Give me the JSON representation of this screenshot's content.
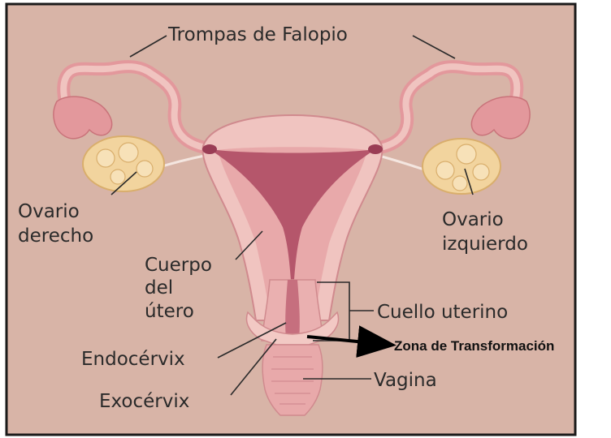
{
  "labels": {
    "fallopian_tubes": "Trompas de Falopio",
    "right_ovary_line1": "Ovario",
    "right_ovary_line2": "derecho",
    "left_ovary_line1": "Ovario",
    "left_ovary_line2": "izquierdo",
    "uterus_body_line1": "Cuerpo",
    "uterus_body_line2": "del",
    "uterus_body_line3": "útero",
    "cervix": "Cuello uterino",
    "transformation_zone": "Zona de Transformación",
    "endocervix": "Endocérvix",
    "exocervix": "Exocérvix",
    "vagina": "Vagina"
  },
  "colors": {
    "background": "#d8b4a7",
    "frame": "#1a1a1a",
    "tissue_light": "#f0c4c0",
    "tissue_mid": "#e3989c",
    "cavity": "#b5566b",
    "cavity_dark": "#9a3d55",
    "ovary": "#f2d49e",
    "ovary_shade": "#d9ae6c",
    "arrow": "#000000"
  }
}
